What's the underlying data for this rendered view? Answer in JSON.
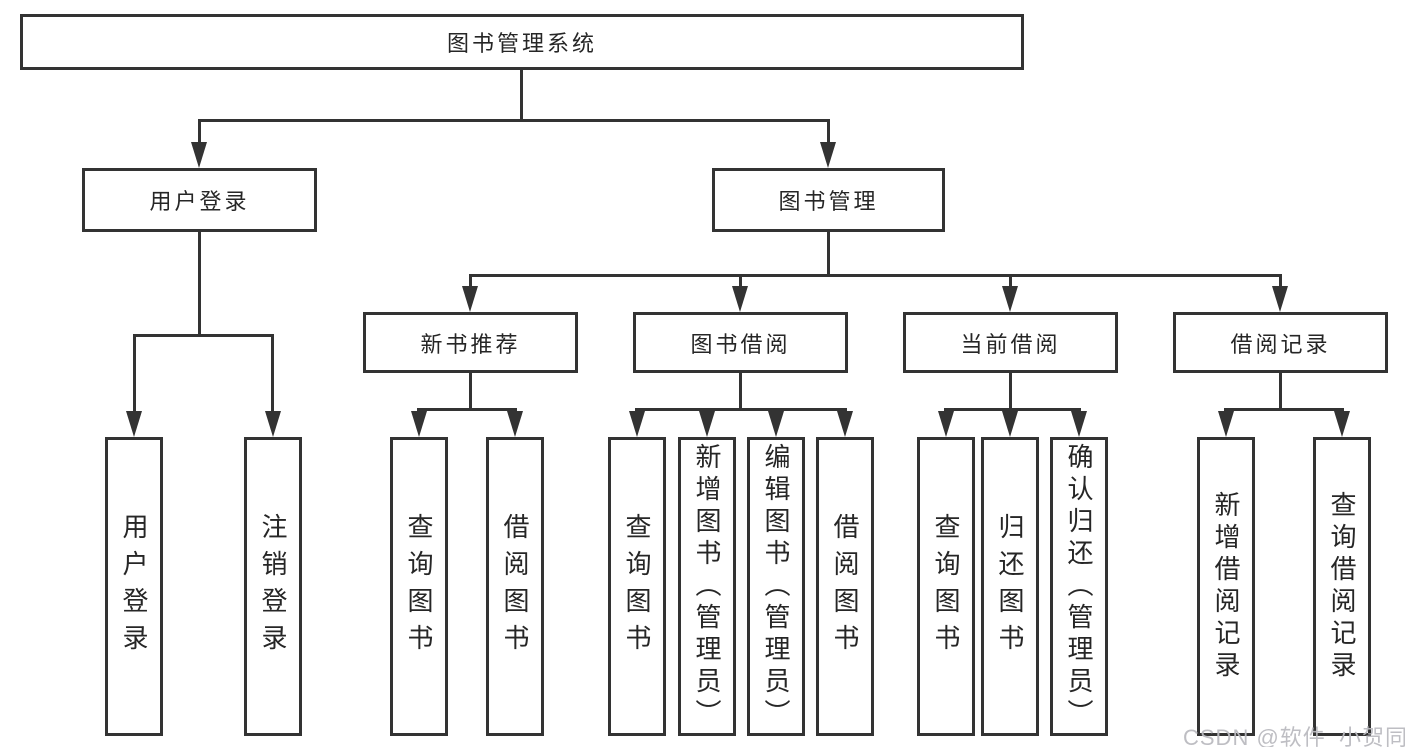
{
  "diagram": {
    "title": "图书管理系统",
    "nodes": {
      "root": "图书管理系统",
      "user_login": "用户登录",
      "book_mgmt": "图书管理",
      "new_book_rec": "新书推荐",
      "book_borrow": "图书借阅",
      "current_borrow": "当前借阅",
      "borrow_records": "借阅记录",
      "leaf_user_login": "用户登录",
      "leaf_logout": "注销登录",
      "leaf_nb_query": "查询图书",
      "leaf_nb_borrow": "借阅图书",
      "leaf_bb_query": "查询图书",
      "leaf_bb_add": "新增图书（管理员）",
      "leaf_bb_edit": "编辑图书（管理员）",
      "leaf_bb_borrow": "借阅图书",
      "leaf_cb_query": "查询图书",
      "leaf_cb_return": "归还图书",
      "leaf_cb_confirm": "确认归还（管理员）",
      "leaf_br_add": "新增借阅记录",
      "leaf_br_query": "查询借阅记录"
    },
    "colors": {
      "line": "#333333",
      "text": "#262626",
      "background": "#ffffff",
      "watermark": "#bababc"
    }
  },
  "watermark": {
    "text": "CSDN @软件_小贺同学"
  }
}
